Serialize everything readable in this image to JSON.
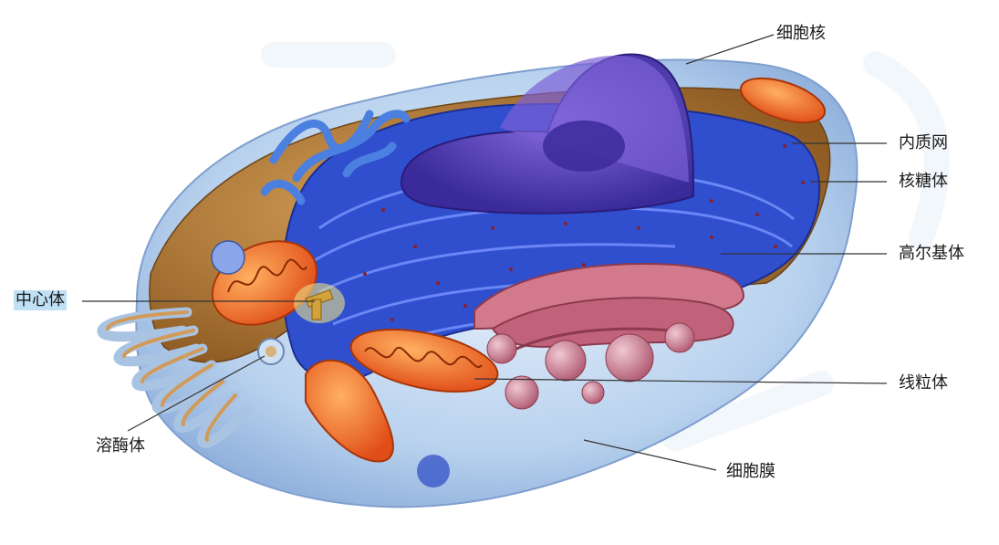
{
  "labels": {
    "nucleus": "细胞核",
    "er": "内质网",
    "ribosome": "核糖体",
    "golgi": "高尔基体",
    "centrosome": "中心体",
    "mitochondria": "线粒体",
    "lysosome": "溶酶体",
    "membrane": "细胞膜"
  },
  "colors": {
    "membrane": "#a9c7e6",
    "cytoplasm": "#b5792e",
    "er": "#2f4fcf",
    "nucleus": "#5a3fb3",
    "golgi": "#c86a7a",
    "mitochondria": "#f07a28",
    "highlight": "#bfe0f5",
    "leader_line": "#333333"
  }
}
